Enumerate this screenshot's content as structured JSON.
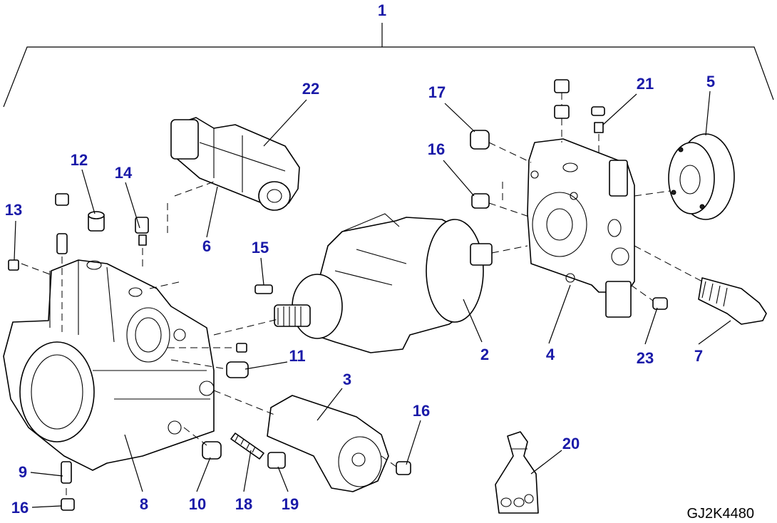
{
  "colors": {
    "callout": "#1a1aa8",
    "line": "#000000",
    "background": "#ffffff"
  },
  "callouts": [
    {
      "id": "c1",
      "text": "1"
    },
    {
      "id": "c2",
      "text": "2"
    },
    {
      "id": "c3",
      "text": "3"
    },
    {
      "id": "c4",
      "text": "4"
    },
    {
      "id": "c5",
      "text": "5"
    },
    {
      "id": "c6",
      "text": "6"
    },
    {
      "id": "c7",
      "text": "7"
    },
    {
      "id": "c8",
      "text": "8"
    },
    {
      "id": "c9",
      "text": "9"
    },
    {
      "id": "c10",
      "text": "10"
    },
    {
      "id": "c11",
      "text": "11"
    },
    {
      "id": "c12",
      "text": "12"
    },
    {
      "id": "c13",
      "text": "13"
    },
    {
      "id": "c14",
      "text": "14"
    },
    {
      "id": "c15",
      "text": "15"
    },
    {
      "id": "c16a",
      "text": "16"
    },
    {
      "id": "c16b",
      "text": "16"
    },
    {
      "id": "c16c",
      "text": "16"
    },
    {
      "id": "c16d",
      "text": "16"
    },
    {
      "id": "c17",
      "text": "17"
    },
    {
      "id": "c18",
      "text": "18"
    },
    {
      "id": "c19",
      "text": "19"
    },
    {
      "id": "c20",
      "text": "20"
    },
    {
      "id": "c21",
      "text": "21"
    },
    {
      "id": "c22",
      "text": "22"
    },
    {
      "id": "c23",
      "text": "23"
    }
  ],
  "figure_code": "GJ2K4480"
}
